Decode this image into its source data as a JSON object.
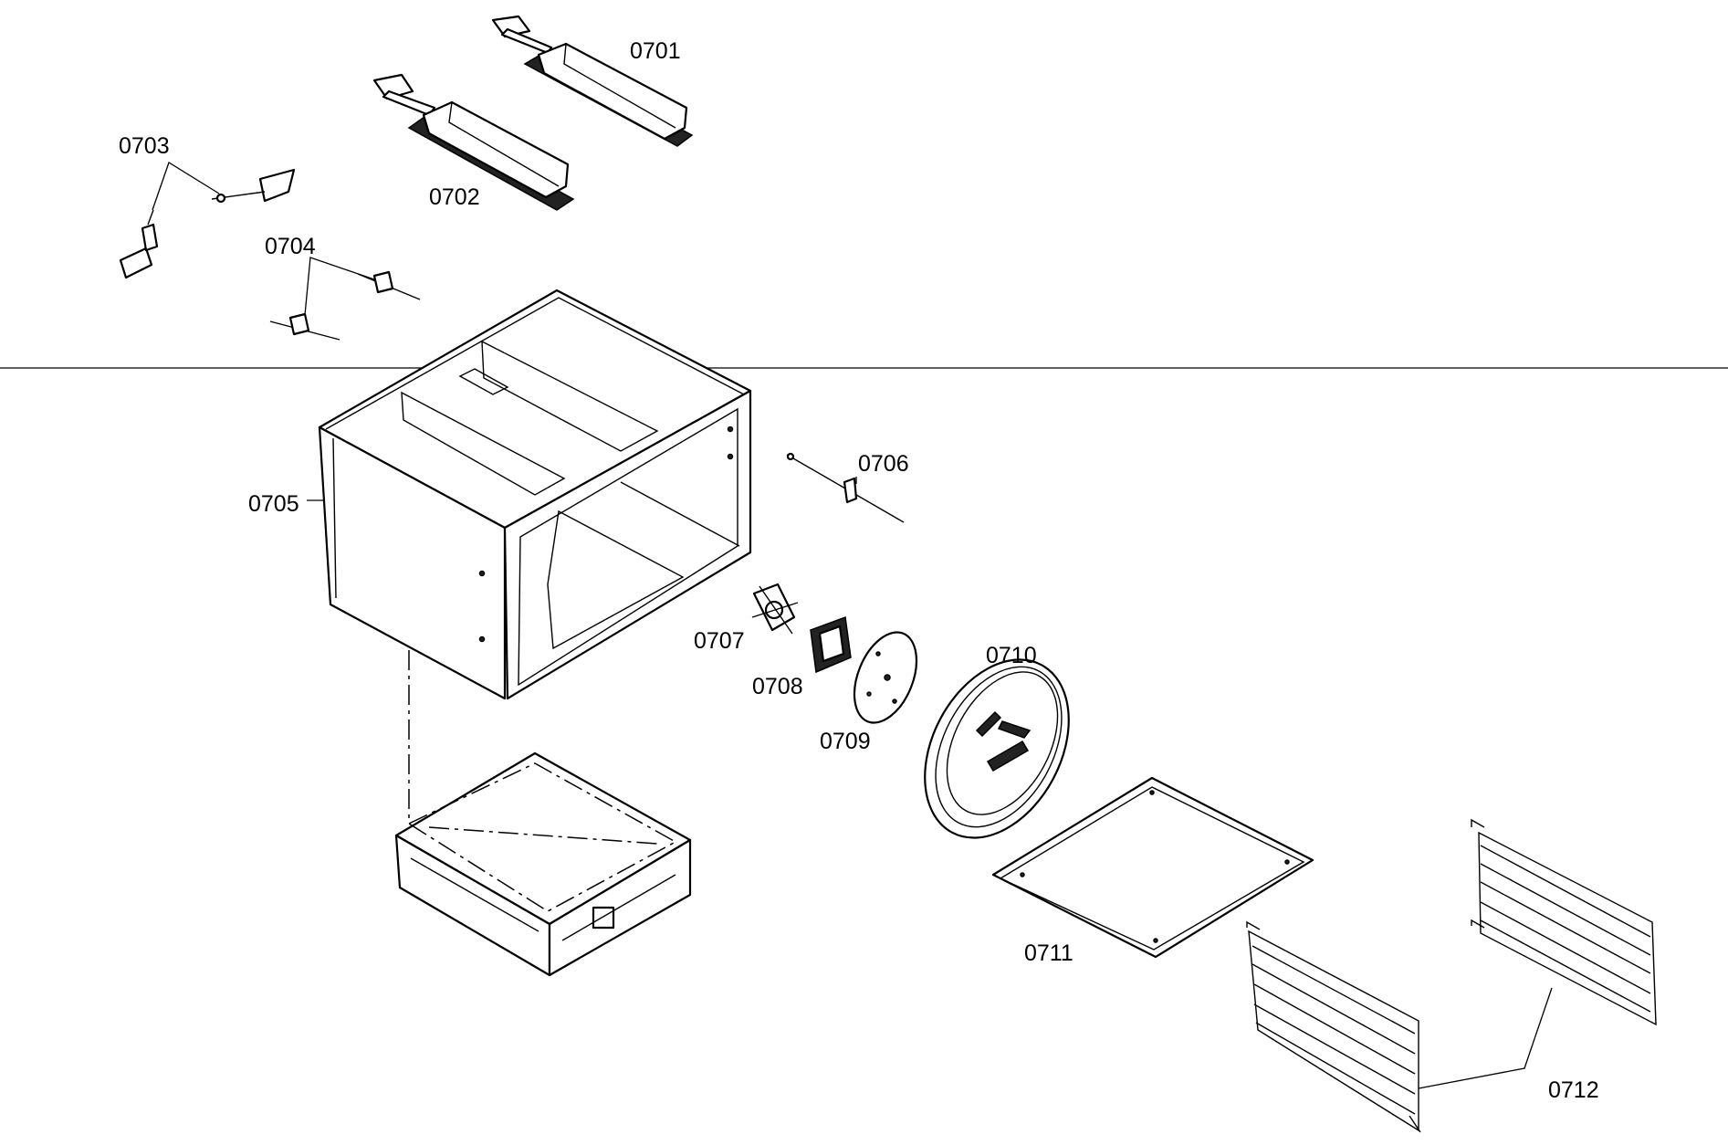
{
  "parts": [
    {
      "id": "0701"
    },
    {
      "id": "0702"
    },
    {
      "id": "0703"
    },
    {
      "id": "0704"
    },
    {
      "id": "0705"
    },
    {
      "id": "0706"
    },
    {
      "id": "0707"
    },
    {
      "id": "0708"
    },
    {
      "id": "0709"
    },
    {
      "id": "0710"
    },
    {
      "id": "0711"
    },
    {
      "id": "0712"
    }
  ],
  "colors": {
    "line": "#000000",
    "background": "#ffffff"
  }
}
